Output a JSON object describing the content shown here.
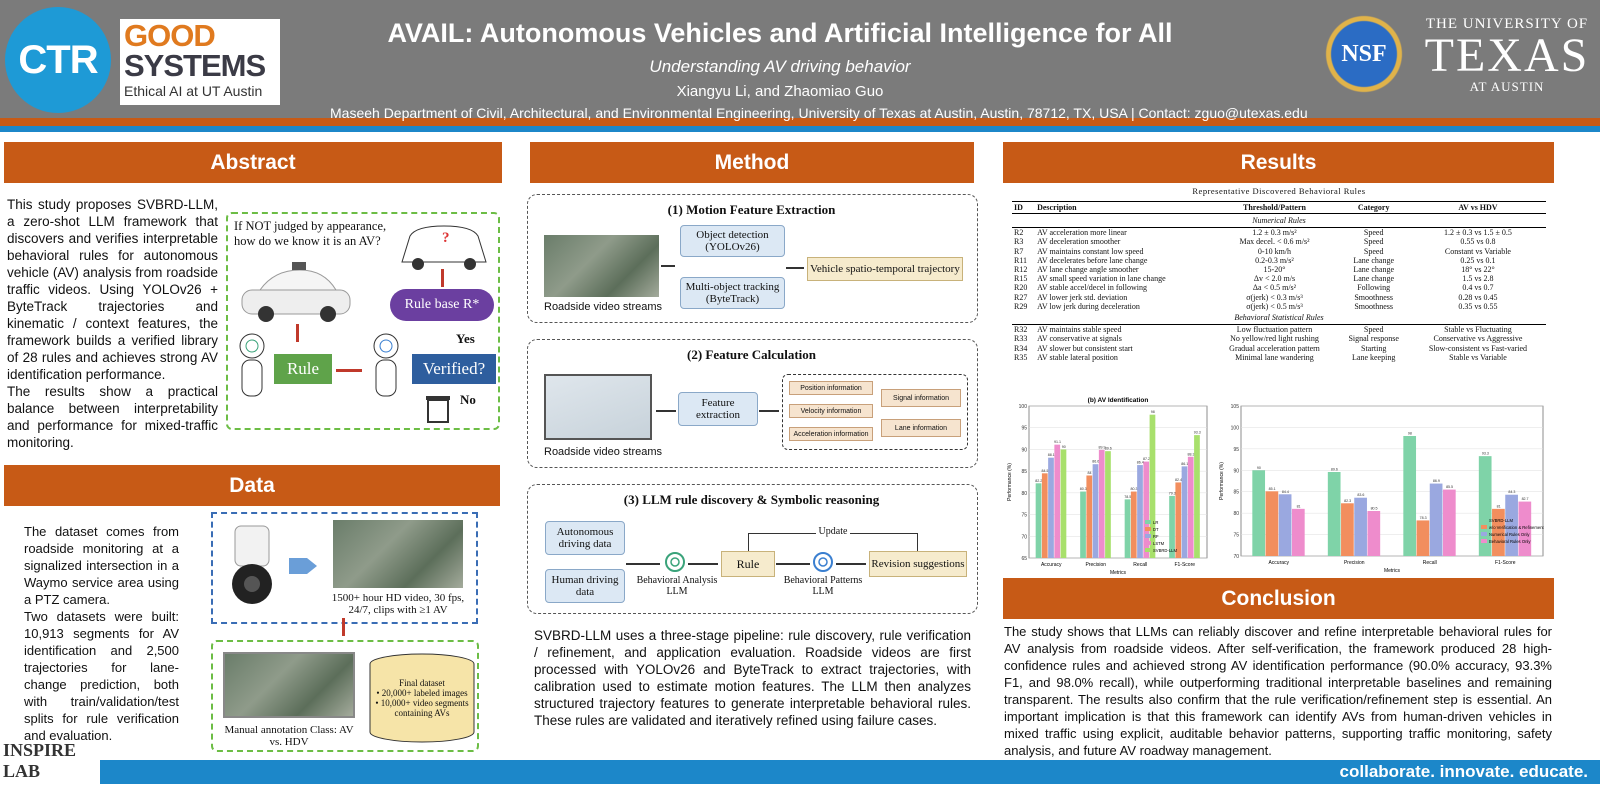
{
  "header": {
    "logo_ctr": "CTR",
    "gs_line1": "GOOD",
    "gs_line2": "SYSTEMS",
    "gs_line3": "Ethical AI at UT Austin",
    "title": "AVAIL: Autonomous Vehicles and Artificial Intelligence for All",
    "subtitle": "Understanding AV driving behavior",
    "authors": "Xiangyu Li,  and Zhaomiao Guo",
    "affiliation": "Maseeh Department of Civil, Architectural, and Environmental Engineering, University of Texas at Austin, Austin, 78712, TX, USA | Contact: zguo@utexas.edu",
    "nsf": "NSF",
    "ut_line1": "THE UNIVERSITY OF",
    "ut_line2": "TEXAS",
    "ut_line3": "AT AUSTIN"
  },
  "abstract": {
    "heading": "Abstract",
    "text": "This study proposes SVBRD-LLM, a zero-shot LLM framework that discovers and verifies interpretable behavioral rules for autonomous vehicle (AV) analysis from roadside traffic videos. Using YOLOv26 + ByteTrack trajectories and kinematic / context features, the framework builds a verified library of 28 rules and achieves strong AV identification performance.",
    "text2": "The results show a practical balance between interpretability and performance for mixed-traffic monitoring.",
    "fig_question": "If NOT judged by appearance, how do we know it is an AV?",
    "fig_rule": "Rule",
    "fig_rulebase": "Rule base R*",
    "fig_verified": "Verified?",
    "fig_yes": "Yes",
    "fig_no": "No",
    "fig_q": "?"
  },
  "data": {
    "heading": "Data",
    "text1": "The dataset comes from roadside monitoring at a signalized intersection in a Waymo service area using a PTZ camera.",
    "text2": "Two datasets were built: 10,913 segments for AV identification and 2,500 trajectories for lane-change prediction, both with train/validation/test splits for rule verification and evaluation.",
    "video_caption": "1500+ hour HD video, 30 fps, 24/7, clips with ≥1 AV",
    "annot_caption": "Manual annotation Class: AV vs. HDV",
    "final_title": "Final dataset",
    "final_b1": "• 20,000+ labeled images",
    "final_b2": "• 10,000+ video segments containing AVs"
  },
  "method": {
    "heading": "Method",
    "p1_title": "(1) Motion Feature Extraction",
    "p1_cap": "Roadside video streams",
    "p1_det": "Object detection (YOLOv26)",
    "p1_track": "Multi-object tracking (ByteTrack)",
    "p1_out": "Vehicle spatio-temporal trajectory",
    "p2_title": "(2) Feature Calculation",
    "p2_cap": "Roadside video streams",
    "p2_fe": "Feature extraction",
    "p2_f1": "Position information",
    "p2_f2": "Velocity information",
    "p2_f3": "Acceleration information",
    "p2_f4": "Signal information",
    "p2_f5": "Lane information",
    "p3_title": "(3) LLM rule discovery & Symbolic reasoning",
    "p3_in1": "Autonomous driving data",
    "p3_in2": "Human driving data",
    "p3_llm1": "Behavioral Analysis LLM",
    "p3_rule": "Rule",
    "p3_llm2": "Behavioral Patterns LLM",
    "p3_rev": "Revision suggestions",
    "p3_update": "Update",
    "text": "SVBRD-LLM uses a three-stage pipeline: rule discovery, rule verification / refinement, and application evaluation. Roadside videos are first processed with YOLOv26 and ByteTrack to extract trajectories, with calibration used to estimate motion features. The LLM then analyzes structured trajectory features to generate interpretable behavioral rules. These rules are validated and iteratively refined using failure cases."
  },
  "results": {
    "heading": "Results",
    "table_caption": "Representative Discovered Behavioral Rules",
    "cols": [
      "ID",
      "Description",
      "Threshold/Pattern",
      "Category",
      "AV vs HDV"
    ],
    "group1": "Numerical Rules",
    "rows1": [
      [
        "R2",
        "AV acceleration more linear",
        "1.2 ± 0.3 m/s²",
        "Speed",
        "1.2 ± 0.3 vs 1.5 ± 0.5"
      ],
      [
        "R3",
        "AV deceleration smoother",
        "Max decel. < 0.6 m/s²",
        "Speed",
        "0.55 vs 0.8"
      ],
      [
        "R7",
        "AV maintains constant low speed",
        "0-10 km/h",
        "Speed",
        "Constant vs Variable"
      ],
      [
        "R11",
        "AV decelerates before lane change",
        "0.2-0.3 m/s²",
        "Lane change",
        "0.25 vs 0.1"
      ],
      [
        "R12",
        "AV lane change angle smoother",
        "15-20°",
        "Lane change",
        "18° vs 22°"
      ],
      [
        "R15",
        "AV small speed variation in lane change",
        "Δv < 2.0 m/s",
        "Lane change",
        "1.5 vs 2.8"
      ],
      [
        "R20",
        "AV stable accel/decel in following",
        "Δa < 0.5 m/s²",
        "Following",
        "0.4 vs 0.7"
      ],
      [
        "R27",
        "AV lower jerk std. deviation",
        "σ(jerk) < 0.3 m/s³",
        "Smoothness",
        "0.28 vs 0.45"
      ],
      [
        "R29",
        "AV low jerk during deceleration",
        "σ(jerk) < 0.5 m/s³",
        "Smoothness",
        "0.35 vs 0.55"
      ]
    ],
    "group2": "Behavioral Statistical Rules",
    "rows2": [
      [
        "R32",
        "AV maintains stable speed",
        "Low fluctuation pattern",
        "Speed",
        "Stable vs Fluctuating"
      ],
      [
        "R33",
        "AV conservative at signals",
        "No yellow/red light rushing",
        "Signal response",
        "Conservative vs Aggressive"
      ],
      [
        "R34",
        "AV slower but consistent start",
        "Gradual acceleration pattern",
        "Starting",
        "Slow-consistent vs Fast-varied"
      ],
      [
        "R35",
        "AV stable lateral position",
        "Minimal lane wandering",
        "Lane keeping",
        "Stable vs Variable"
      ]
    ]
  },
  "chart_data": [
    {
      "type": "bar",
      "title": "(b) AV Identification",
      "categories": [
        "Accuracy",
        "Precision",
        "Recall",
        "F1-Score"
      ],
      "xlabel": "Metrics",
      "ylabel": "Performance (%)",
      "ylim": [
        65,
        100
      ],
      "series": [
        {
          "name": "LR",
          "values": [
            82.2,
            80.3,
            78.5,
            79.3
          ]
        },
        {
          "name": "DT",
          "values": [
            84.5,
            84.0,
            80.3,
            82.4
          ]
        },
        {
          "name": "RF",
          "values": [
            88.1,
            86.6,
            86.4,
            86.1
          ]
        },
        {
          "name": "LSTM",
          "values": [
            91.1,
            89.9,
            87.2,
            88.3
          ]
        },
        {
          "name": "SVBRD-LLM",
          "values": [
            90.0,
            89.6,
            98.0,
            93.3
          ]
        }
      ]
    },
    {
      "type": "bar",
      "categories": [
        "Accuracy",
        "Precision",
        "Recall",
        "F1-Score"
      ],
      "xlabel": "Metrics",
      "ylabel": "Performance (%)",
      "ylim": [
        70,
        105
      ],
      "series": [
        {
          "name": "SVBRD-LLM",
          "values": [
            90.0,
            89.6,
            98.0,
            93.3
          ]
        },
        {
          "name": "w/o Verification & Refinement",
          "values": [
            85.1,
            82.3,
            78.3,
            81.0
          ]
        },
        {
          "name": "Numerical Rules Only",
          "values": [
            84.4,
            83.6,
            86.9,
            84.3
          ]
        },
        {
          "name": "Behavioral Rules Only",
          "values": [
            81.0,
            80.5,
            85.5,
            82.7
          ]
        }
      ]
    }
  ],
  "conclusion": {
    "heading": "Conclusion",
    "text": "The study shows that LLMs can reliably discover and refine interpretable behavioral rules for AV analysis from roadside videos. After self-verification, the framework produced 28 high-confidence rules and achieved strong AV identification performance (90.0% accuracy, 93.3% F1, and 98.0% recall), while outperforming traditional interpretable baselines and remaining transparent. The results also confirm that the rule verification/refinement step is essential. An important implication is that this framework can identify AVs from human-driven vehicles in mixed traffic using explicit, auditable behavior patterns, supporting traffic monitoring, safety analysis, and future AV roadway management."
  },
  "footer": {
    "tagline": "collaborate. innovate. educate.",
    "lab": "INSPIRE LAB"
  },
  "colors": {
    "orange": "#c75a16",
    "blue": "#1c87c9",
    "lr": "#7fd3a8",
    "dt": "#f28e5e",
    "rf": "#9aa8e0",
    "lstm": "#ee8ccc",
    "llm": "#a8e06c"
  }
}
